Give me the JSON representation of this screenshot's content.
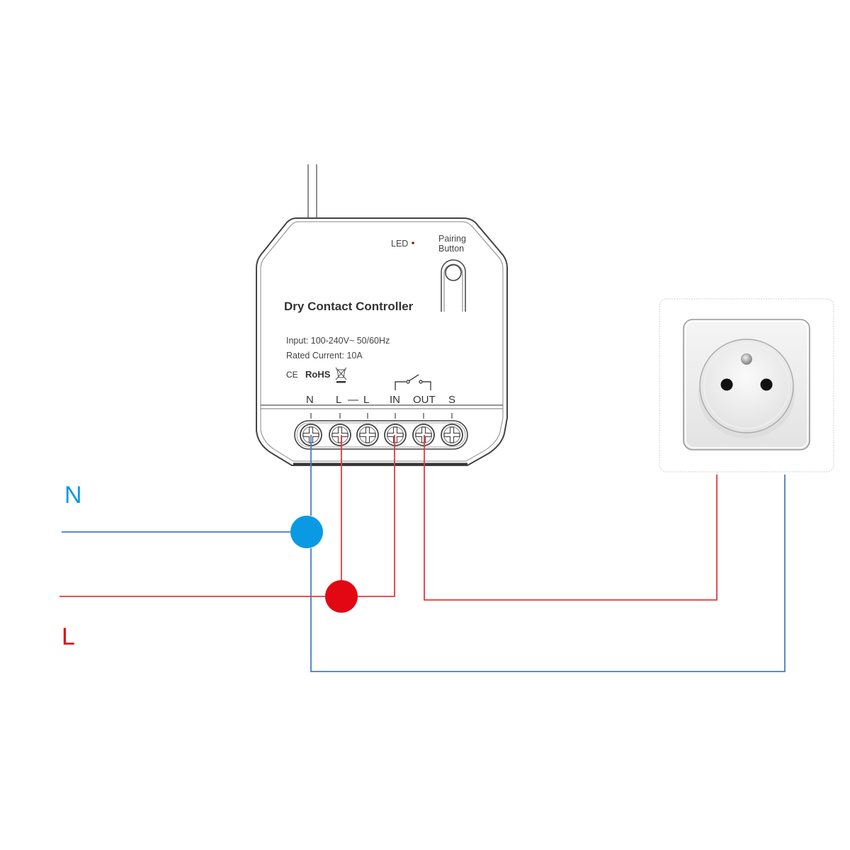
{
  "device": {
    "title": "Dry Contact Controller",
    "led_label": "LED",
    "pairing_label_line1": "Pairing",
    "pairing_label_line2": "Button",
    "input_spec": "Input: 100-240V~  50/60Hz",
    "rated_current": "Rated Current: 10A",
    "cert_ce": "CE",
    "cert_rohs": "RoHS",
    "terminals": {
      "n": "N",
      "l1": "L",
      "dash": "—",
      "l2": "L",
      "in": "IN",
      "out": "OUT",
      "s": "S"
    }
  },
  "wires": {
    "neutral_label": "N",
    "live_label": "L",
    "neutral_color": "#4a7cc4",
    "live_color": "#e8383d",
    "neutral_node_color": "#0a9ae3",
    "live_node_color": "#e30613"
  },
  "icons": {
    "antenna": "antenna-icon",
    "pairing_button": "pairing-button-icon",
    "weee": "weee-bin-icon",
    "socket": "power-socket-icon",
    "switch": "relay-switch-icon"
  }
}
